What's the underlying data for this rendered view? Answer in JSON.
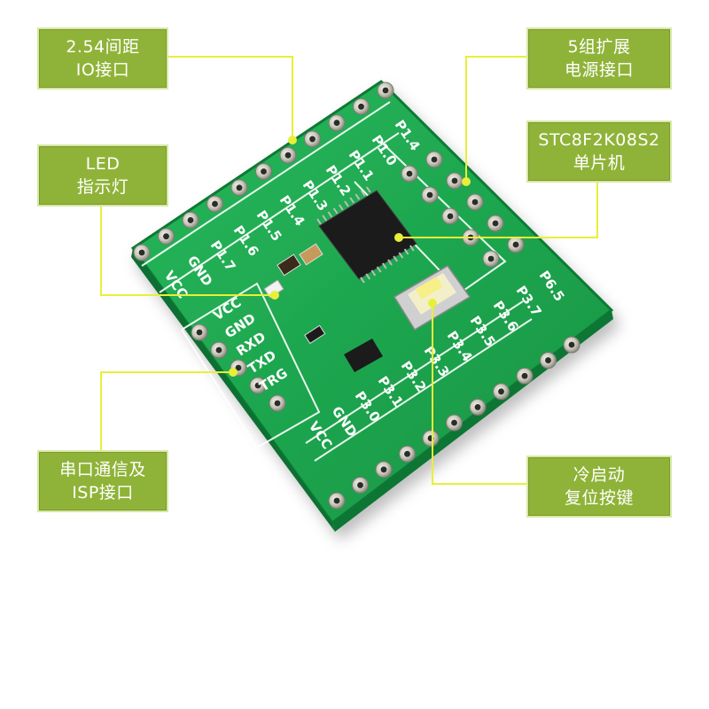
{
  "callouts": {
    "io_header": {
      "line1": "2.54间距",
      "line2": "IO接口"
    },
    "led": {
      "line1": "LED",
      "line2": "指示灯"
    },
    "uart_isp": {
      "line1": "串口通信及",
      "line2": "ISP接口"
    },
    "power": {
      "line1": "5组扩展",
      "line2": "电源接口"
    },
    "mcu": {
      "line1": "STC8F2K08S2",
      "line2": "单片机"
    },
    "reset": {
      "line1": "冷启动",
      "line2": "复位按键"
    }
  },
  "board": {
    "top_row_labels": [
      "P1.4",
      "P1.0",
      "P1.1",
      "P1.2",
      "P1.3",
      "P1.4",
      "P1.5",
      "P1.6",
      "P1.7",
      "GND",
      "VCC"
    ],
    "uart_labels": [
      "VCC",
      "GND",
      "RXD",
      "TXD",
      "TRG"
    ],
    "bottom_row_labels": [
      "P6.5",
      "P3.7",
      "P3.6",
      "P3.5",
      "P3.4",
      "P3.3",
      "P3.2",
      "P3.1",
      "P3.0",
      "GND",
      "VCC"
    ]
  },
  "colors": {
    "pcb": "#1fa84f",
    "callout_fill": "#8fb338",
    "leader": "#e8ef3a"
  }
}
